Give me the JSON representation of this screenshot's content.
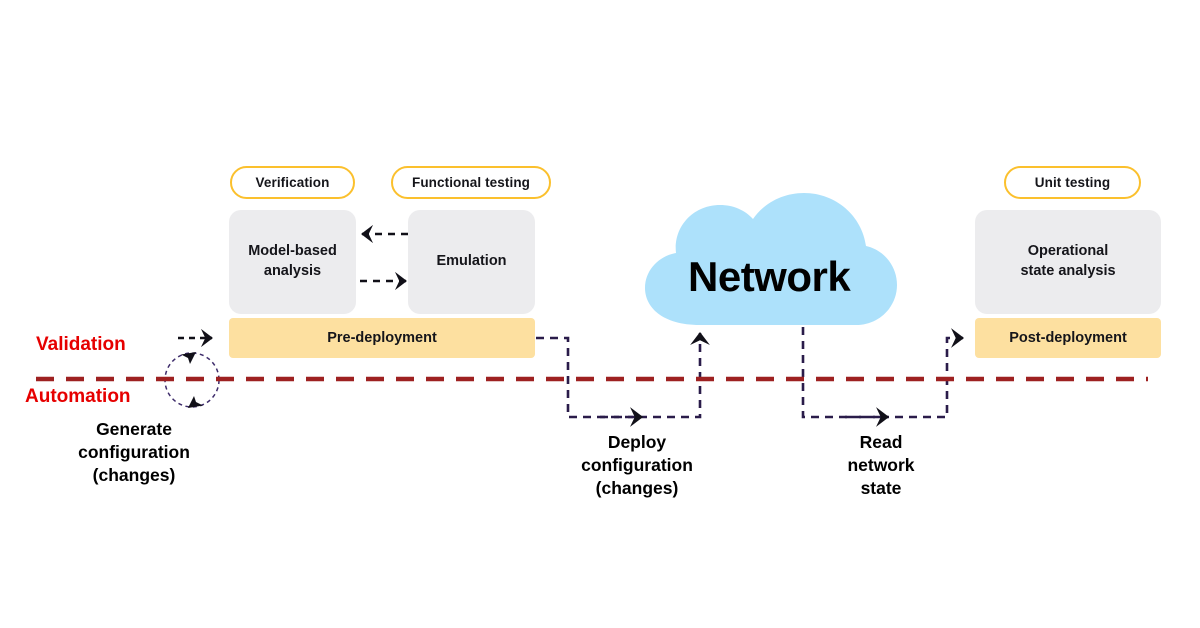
{
  "diagram": {
    "title": "Network validation and automation pipeline",
    "colors": {
      "cloud_fill": "#ADE1FB",
      "grey_box_fill": "#ECECEE",
      "yellow_bar_fill": "#FDE0A0",
      "pill_border": "#FBC02D",
      "divider_red": "#9E2121",
      "label_red": "#E60000",
      "arrow_navy": "#2A1C4A",
      "text_black": "#15151A"
    }
  },
  "badges": [
    {
      "id": "verification",
      "label": "Verification"
    },
    {
      "id": "functional-testing",
      "label": "Functional testing"
    },
    {
      "id": "unit-testing",
      "label": "Unit testing"
    }
  ],
  "boxes": [
    {
      "id": "model-based-analysis",
      "label": "Model-based\nanalysis"
    },
    {
      "id": "emulation",
      "label": "Emulation"
    },
    {
      "id": "operational-state-analysis",
      "label": "Operational\nstate analysis"
    }
  ],
  "stage_bars": [
    {
      "id": "pre-deployment",
      "label": "Pre-deployment"
    },
    {
      "id": "post-deployment",
      "label": "Post-deployment"
    }
  ],
  "cloud": {
    "label": "Network"
  },
  "axis_labels": {
    "upper": "Validation",
    "lower": "Automation"
  },
  "captions": [
    {
      "id": "generate-configuration",
      "label": "Generate\nconfiguration\n(changes)"
    },
    {
      "id": "deploy-configuration",
      "label": "Deploy\nconfiguration\n(changes)"
    },
    {
      "id": "read-network-state",
      "label": "Read\nnetwork\nstate"
    }
  ],
  "flows": [
    {
      "id": "emulation-to-model",
      "from": "emulation",
      "to": "model-based-analysis",
      "style": "dashed"
    },
    {
      "id": "model-to-emulation",
      "from": "model-based-analysis",
      "to": "emulation",
      "style": "dashed"
    },
    {
      "id": "deploy-flow",
      "from": "pre-deployment",
      "to": "network",
      "style": "dashed"
    },
    {
      "id": "read-flow",
      "from": "network",
      "to": "post-deployment",
      "style": "dashed"
    },
    {
      "id": "generate-loop",
      "from": "automation",
      "to": "validation",
      "style": "dashed-circular"
    }
  ]
}
